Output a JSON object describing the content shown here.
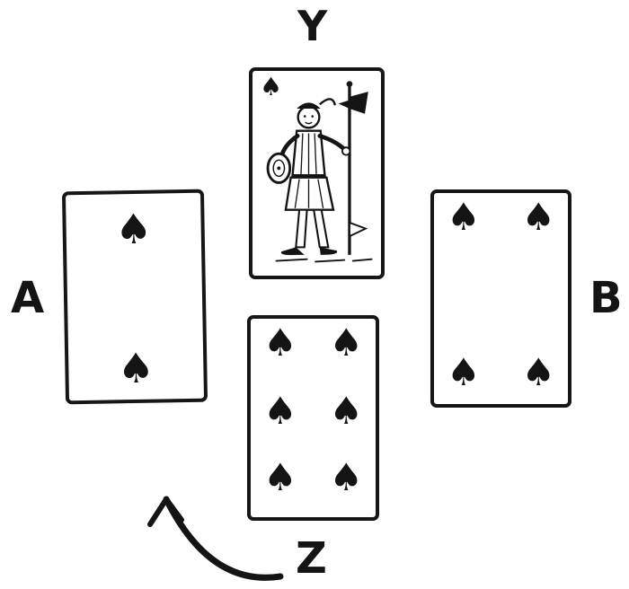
{
  "players": {
    "north": "Y",
    "west": "A",
    "east": "B",
    "south": "Z"
  },
  "suit_symbol": "♠",
  "cards": {
    "north": {
      "rank": "J",
      "suit": "spades",
      "name": "Jack of Spades",
      "pip_count": 0
    },
    "west": {
      "rank": "2",
      "suit": "spades",
      "name": "Two of Spades",
      "pip_count": 2
    },
    "east": {
      "rank": "4",
      "suit": "spades",
      "name": "Four of Spades",
      "pip_count": 4
    },
    "south": {
      "rank": "6",
      "suit": "spades",
      "name": "Six of Spades",
      "pip_count": 6
    }
  },
  "icons": {
    "arrow": "counterclockwise-curved-arrow",
    "jack_figure": "standing-knave-with-halberd"
  },
  "colors": {
    "ink": "#141414",
    "paper": "#ffffff"
  }
}
